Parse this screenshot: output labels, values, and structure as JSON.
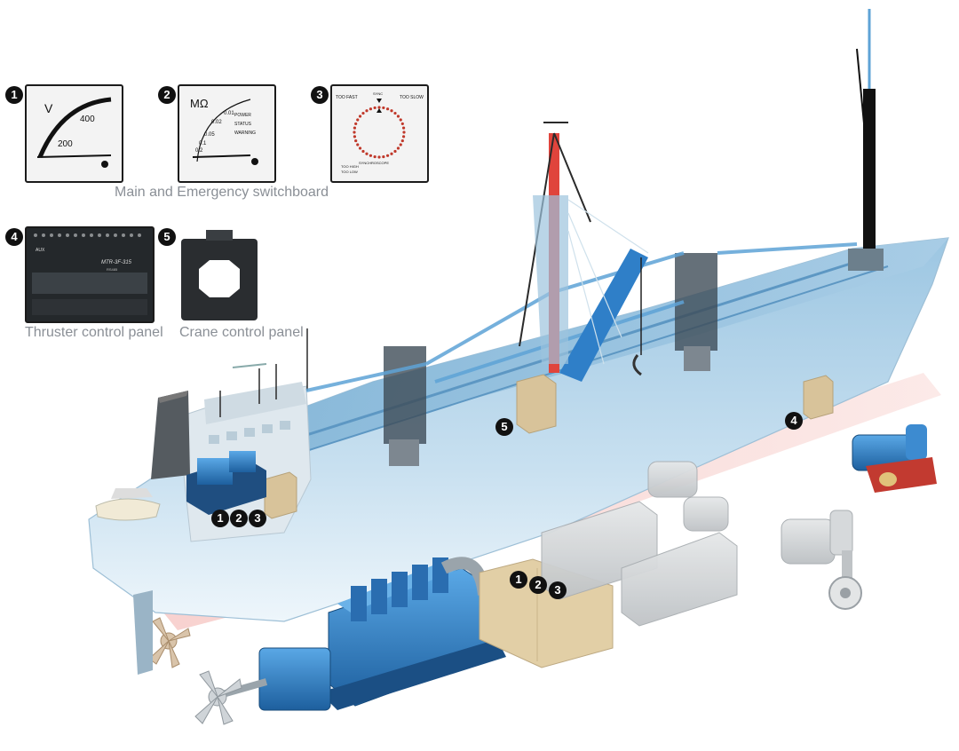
{
  "captions": {
    "main_emergency": "Main and Emergency switchboard",
    "thruster": "Thruster control panel",
    "crane": "Crane control panel"
  },
  "badges": [
    "1",
    "2",
    "3",
    "4",
    "5"
  ],
  "meters": {
    "voltmeter": {
      "unit": "V",
      "scale_400": "400",
      "scale_200": "200"
    },
    "megohmmeter": {
      "unit": "MΩ",
      "scale": [
        "0.01",
        "0.02",
        "0.05",
        "0.1",
        "0.2"
      ],
      "indicators": [
        "POWER",
        "STATUS",
        "WARNING"
      ]
    },
    "synchroscope": {
      "too_fast": "TOO FAST",
      "too_slow": "TOO SLOW",
      "sync": "SYNC",
      "label": "SYNCHROSCOPE",
      "too_high": "TOO HIGH",
      "too_low": "TOO LOW"
    },
    "thruster_module": {
      "model": "MTR-3F-315",
      "bus": "RS485",
      "aux": "AUX",
      "ce": "CE"
    }
  },
  "colors": {
    "hull": "#bcd7ea",
    "engine_blue": "#2f7fc8",
    "mast_red": "#e0443c",
    "box": "#d8c39a",
    "grey_equipment": "#cfd2d4"
  }
}
